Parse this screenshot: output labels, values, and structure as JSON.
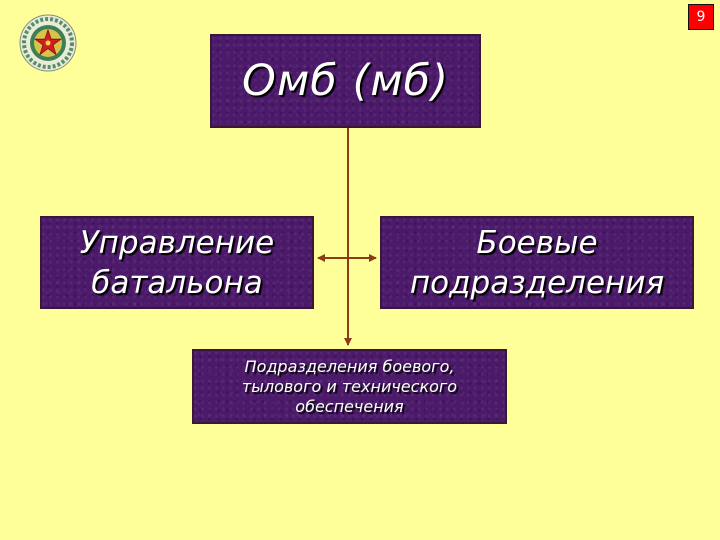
{
  "page_number": "9",
  "diagram": {
    "top_box": "Омб (мб)",
    "left_box": [
      "Управление",
      "батальона"
    ],
    "right_box": [
      "Боевые",
      "подразделения"
    ],
    "bottom_box": [
      "Подразделения боевого,",
      "тылового и технического",
      "обеспечения"
    ]
  },
  "colors": {
    "background": "#ffff99",
    "box_fill": "#4c1a6a",
    "connector": "#8b3a1a",
    "badge": "#ff0000"
  },
  "icons": {
    "emblem": "military-star-emblem-icon"
  }
}
